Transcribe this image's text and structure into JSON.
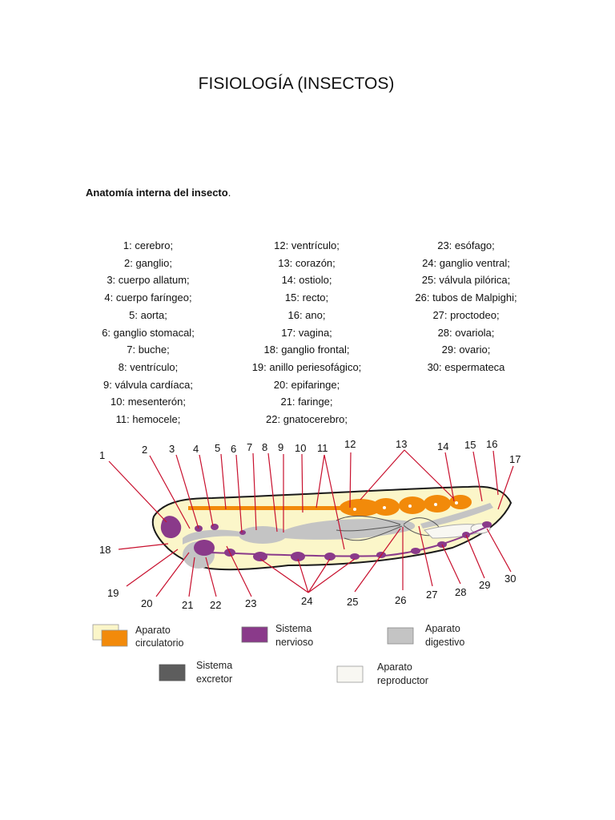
{
  "document": {
    "title": "FISIOLOGÍA (INSECTOS)",
    "section_heading": "Anatomía interna del insecto",
    "section_heading_period": "."
  },
  "legend_columns": [
    [
      "1: cerebro;",
      "2: ganglio;",
      "3: cuerpo allatum;",
      "4: cuerpo faríngeo;",
      "5: aorta;",
      "6: ganglio stomacal;",
      "7: buche;",
      "8: ventrículo;",
      "9: válvula cardíaca;",
      "10: mesenterón;",
      "11: hemocele;"
    ],
    [
      "12: ventrículo;",
      "13: corazón;",
      "14: ostiolo;",
      "15: recto;",
      "16: ano;",
      "17: vagina;",
      "18: ganglio frontal;",
      "19: anillo periesofágico;",
      "20: epifaringe;",
      "21: faringe;",
      "22: gnatocerebro;"
    ],
    [
      "23: esófago;",
      "24: ganglio ventral;",
      "25: válvula pilórica;",
      "26: tubos de Malpighi;",
      "27: proctodeo;",
      "28: ovariola;",
      "29: ovario;",
      "30: espermateca"
    ]
  ],
  "diagram": {
    "callout_numbers": [
      "1",
      "2",
      "3",
      "4",
      "5",
      "6",
      "7",
      "8",
      "9",
      "10",
      "11",
      "12",
      "13",
      "14",
      "15",
      "16",
      "17",
      "18",
      "19",
      "20",
      "21",
      "22",
      "23",
      "24",
      "25",
      "26",
      "27",
      "28",
      "29",
      "30"
    ],
    "key": [
      {
        "line1": "Aparato",
        "line2": "circulatorio",
        "colors": [
          "#fbf6c9",
          "#f28a0a"
        ]
      },
      {
        "line1": "Sistema",
        "line2": "nervioso",
        "colors": [
          "#8a3a8a"
        ]
      },
      {
        "line1": "Aparato",
        "line2": "digestivo",
        "colors": [
          "#c4c4c4"
        ]
      },
      {
        "line1": "Sistema",
        "line2": "excretor",
        "colors": [
          "#5d5d5d"
        ]
      },
      {
        "line1": "Aparato",
        "line2": "reproductor",
        "colors": [
          "#f8f7f2"
        ]
      }
    ]
  }
}
